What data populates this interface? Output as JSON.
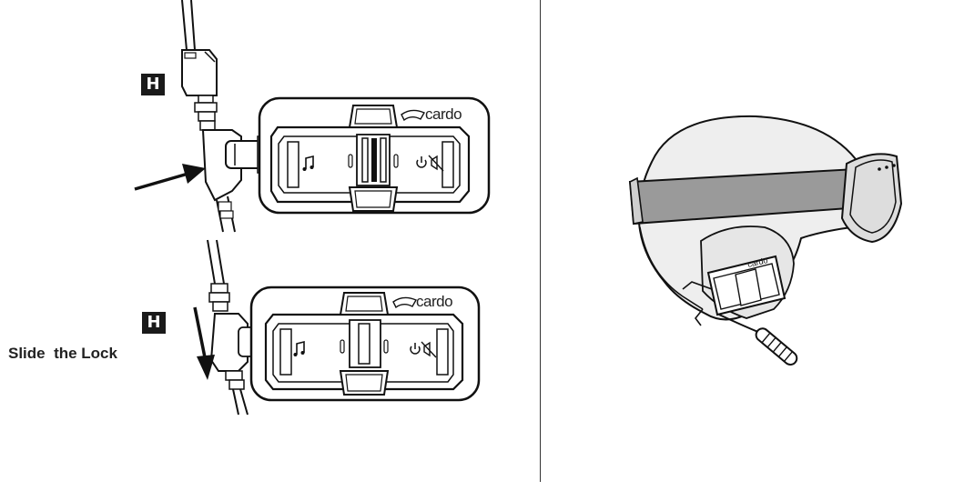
{
  "labels": {
    "badge_top": "H",
    "badge_bottom": "H",
    "caption": "Slide  the Lock",
    "brand_top": "cardo",
    "brand_bottom": "cardo"
  },
  "colors": {
    "line": "#111111",
    "strap": "#9a9a9a",
    "helmet_fill": "#eeeeee"
  },
  "icons": [
    "arrow-right-icon",
    "arrow-down-icon",
    "music-note-icon",
    "power-icon",
    "mute-icon"
  ]
}
